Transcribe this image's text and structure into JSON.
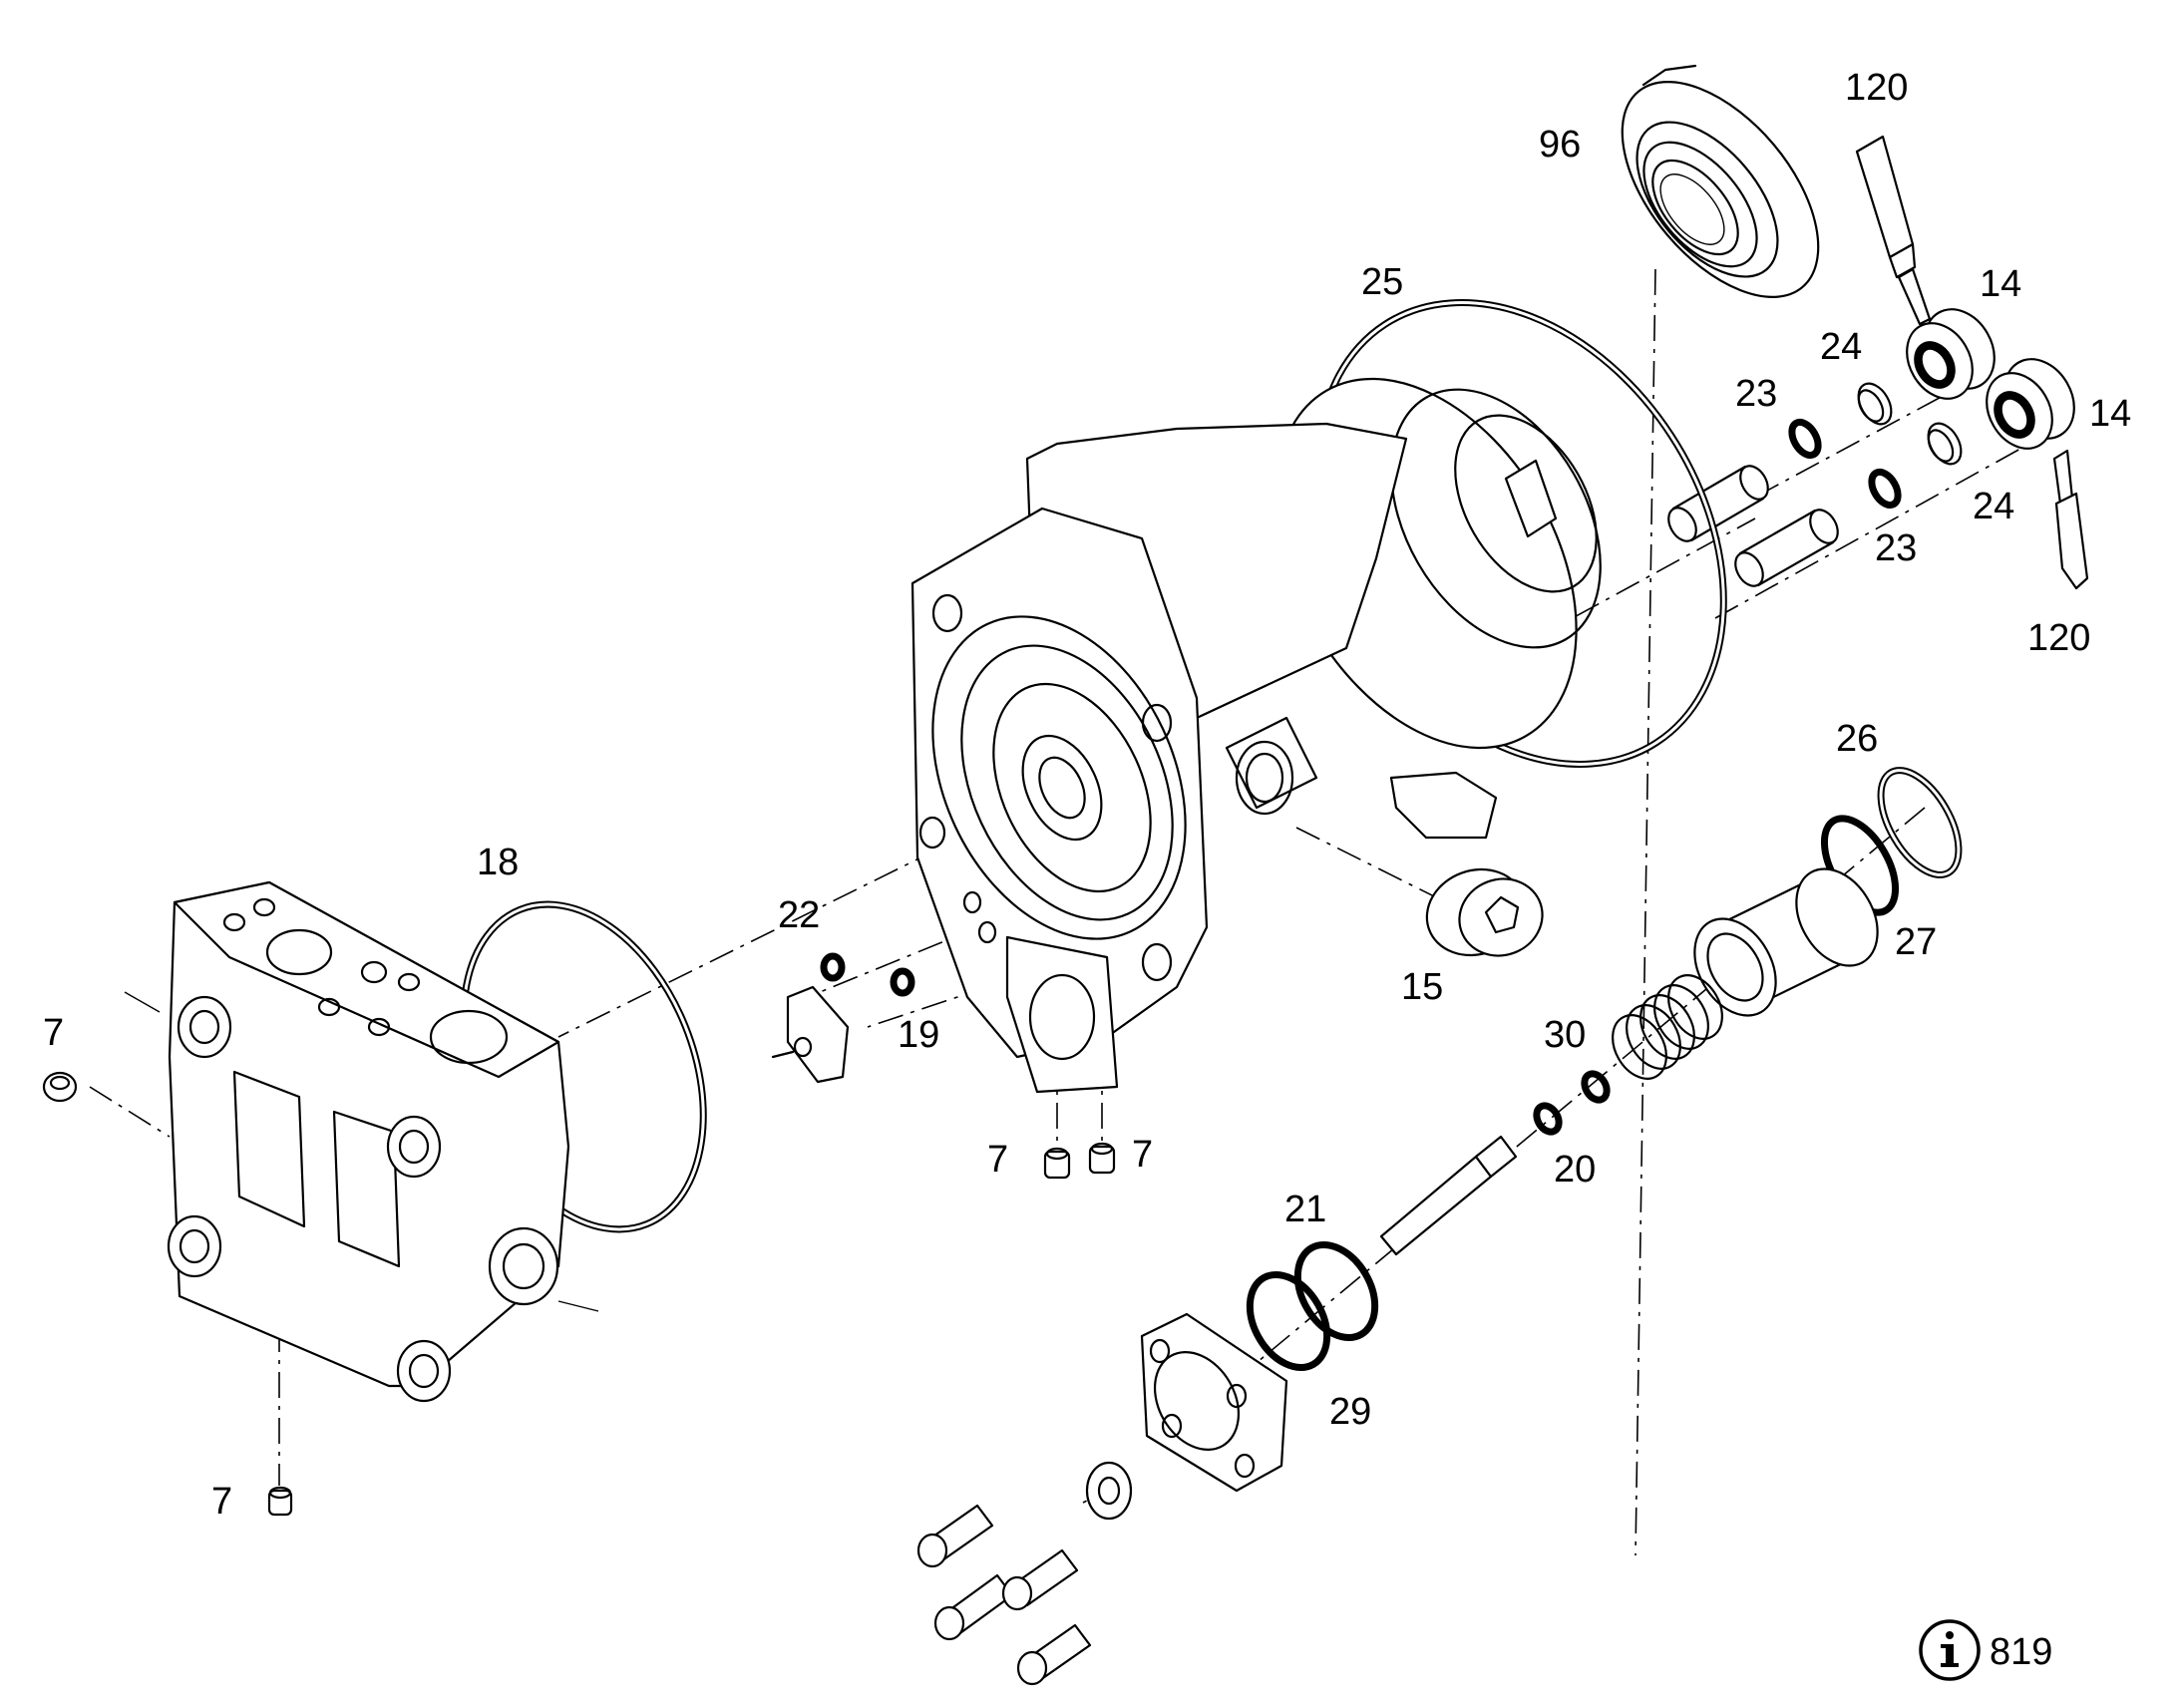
{
  "diagram": {
    "info_reference": "819",
    "info_icon": "info-circle-icon",
    "callouts": {
      "c120_top": "120",
      "c96": "96",
      "c14_top": "14",
      "c25": "25",
      "c24_top": "24",
      "c23_top": "23",
      "c14_right": "14",
      "c24_bottom": "24",
      "c23_bottom": "23",
      "c120_bottom": "120",
      "c26": "26",
      "c27": "27",
      "c18": "18",
      "c22": "22",
      "c15": "15",
      "c19": "19",
      "c30": "30",
      "c7_left": "7",
      "c7_mid_a": "7",
      "c7_mid_b": "7",
      "c20": "20",
      "c21": "21",
      "c29": "29",
      "c7_bottom": "7"
    }
  }
}
